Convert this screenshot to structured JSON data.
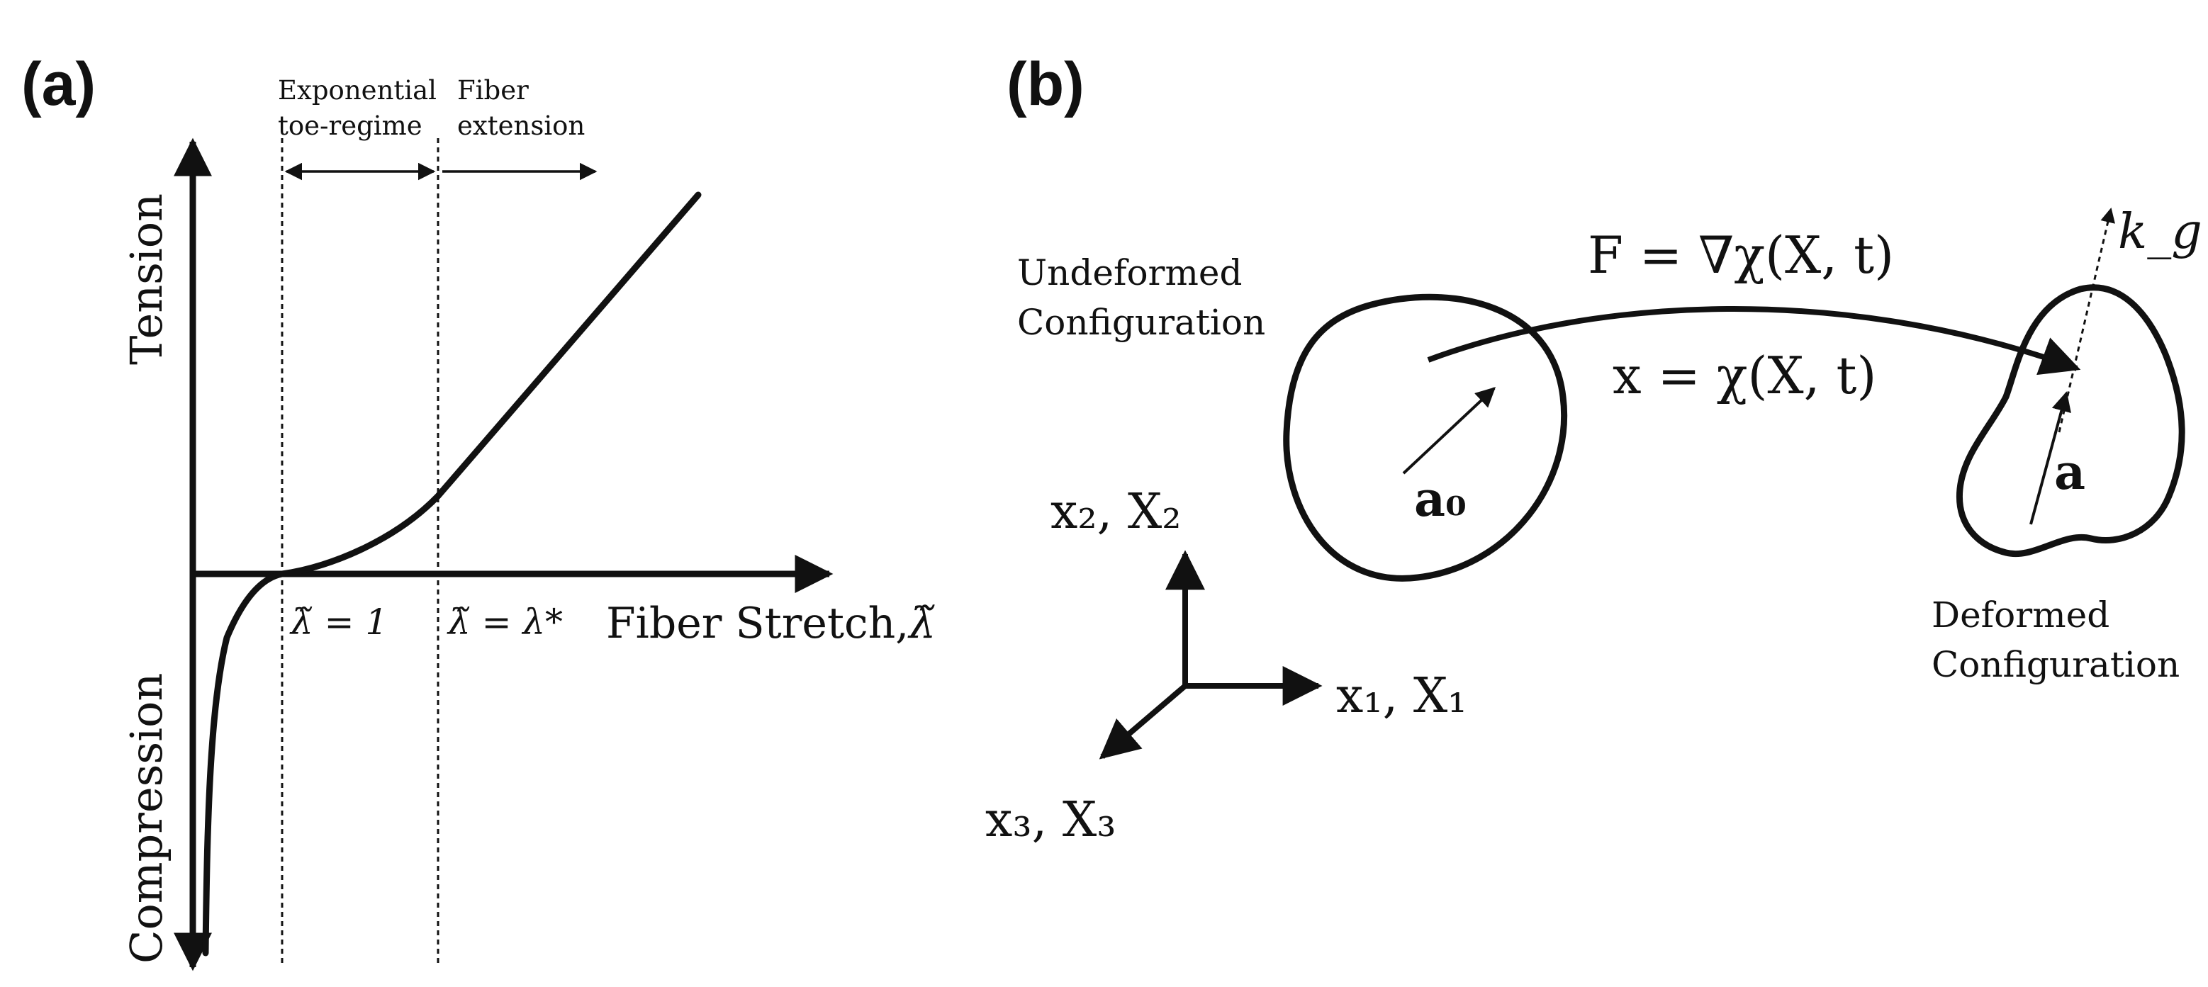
{
  "panel_a": {
    "label": "(a)",
    "y_axis_top": "Tension",
    "y_axis_bottom": "Compression",
    "x_axis_label_text": "Fiber Stretch,",
    "x_axis_label_symbol": "λ̃",
    "region1_line1": "Exponential",
    "region1_line2": "toe-regime",
    "region2_line1": "Fiber",
    "region2_line2": "extension",
    "tick1": "λ̃ = 1",
    "tick2": "λ̃ = λ*"
  },
  "panel_b": {
    "label": "(b)",
    "undeformed_line1": "Undeformed",
    "undeformed_line2": "Configuration",
    "deformed_line1": "Deformed",
    "deformed_line2": "Configuration",
    "equation_F": "F = ∇χ(X, t)",
    "equation_x": "x = χ(X, t)",
    "vector_a0": "a₀",
    "vector_a": "a",
    "vector_kg": "k_g",
    "axis1": "x₁, X₁",
    "axis2": "x₂, X₂",
    "axis3": "x₃, X₃"
  }
}
